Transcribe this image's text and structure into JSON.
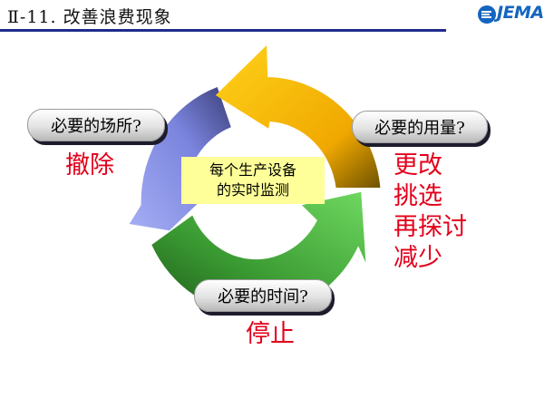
{
  "header": {
    "title": "Ⅱ-11. 改善浪费现象",
    "logo_text": "JEMA"
  },
  "diagram": {
    "center_label": [
      "每个生产设备",
      "的实时监测"
    ],
    "questions": {
      "left": "必要的场所?",
      "right": "必要的用量?",
      "bottom": "必要的时间?"
    },
    "actions": {
      "left": [
        "撤除"
      ],
      "right": [
        "更改",
        "挑选",
        "再探讨",
        "减少"
      ],
      "bottom": [
        "停止"
      ]
    },
    "colors": {
      "arrow_yellow": "#f5b800",
      "arrow_green": "#3fa83a",
      "arrow_blue": "#8a94e8",
      "action_text": "#e3001b",
      "center_box": "#ffff99",
      "title_rule": "#1e2a8c"
    }
  }
}
